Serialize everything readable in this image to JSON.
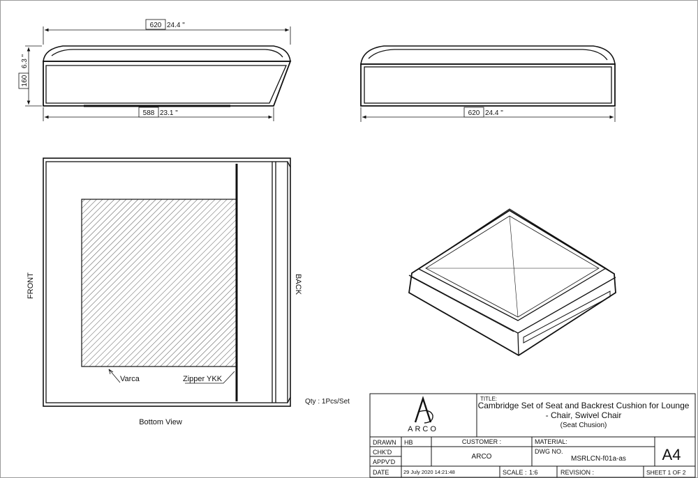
{
  "dimensions": {
    "side_top_mm": "620",
    "side_top_in": "24.4 \"",
    "side_height_mm": "160",
    "side_height_in": "6.3 \"",
    "side_bottom_mm": "588",
    "side_bottom_in": "23.1 \"",
    "front_bottom_mm": "620",
    "front_bottom_in": "24.4 \""
  },
  "labels": {
    "front": "FRONT",
    "back": "BACK",
    "varca": "Varca",
    "zipper": "Zipper YKK",
    "bottom_view": "Bottom View",
    "qty": "Qty : 1Pcs/Set"
  },
  "title_block": {
    "logo_text": "ARCO",
    "title_label": "TITLE:",
    "title_line1": "Cambridge Set of Seat and Backrest Cushion for Lounge",
    "title_line2": "- Chair, Swivel Chair",
    "title_line3": "(Seat Chusion)",
    "drawn_label": "DRAWN",
    "drawn_value": "HB",
    "chkd_label": "CHK'D",
    "appvd_label": "APPV'D",
    "date_label": "DATE",
    "date_value": "29 July 2020 14:21:48",
    "customer_label": "CUSTOMER :",
    "customer_value": "ARCO",
    "material_label": "MATERIAL:",
    "dwg_label": "DWG NO.",
    "dwg_value": "MSRLCN-f01a-as",
    "size": "A4",
    "scale_label": "SCALE :",
    "scale_value": "1:6",
    "revision_label": "REVISION :",
    "sheet": "SHEET 1 OF 2"
  }
}
